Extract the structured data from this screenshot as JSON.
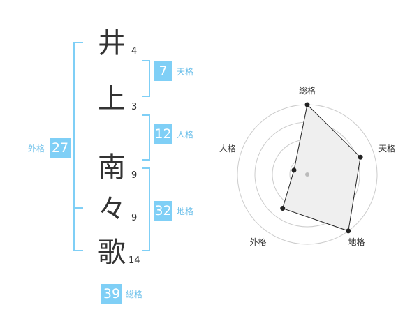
{
  "name": {
    "characters": [
      {
        "char": "井",
        "strokes": "4"
      },
      {
        "char": "上",
        "strokes": "3"
      },
      {
        "char": "南",
        "strokes": "9"
      },
      {
        "char": "々",
        "strokes": "9"
      },
      {
        "char": "歌",
        "strokes": "14"
      }
    ]
  },
  "fortunes": {
    "tenkaku": {
      "value": "7",
      "label": "天格"
    },
    "jinkaku": {
      "value": "12",
      "label": "人格"
    },
    "chikaku": {
      "value": "32",
      "label": "地格"
    },
    "gaikaku": {
      "value": "27",
      "label": "外格"
    },
    "soukaku": {
      "value": "39",
      "label": "総格"
    }
  },
  "chart_data": {
    "type": "radar",
    "axes": [
      "総格",
      "天格",
      "地格",
      "外格",
      "人格"
    ],
    "values": [
      1.0,
      0.8,
      1.0,
      0.6,
      0.2
    ],
    "max": 1.0,
    "rings": 4
  },
  "colors": {
    "accent": "#7fcff6",
    "label": "#6dc0ea",
    "text": "#333333",
    "ring": "#cccccc",
    "fill": "#efefef"
  }
}
